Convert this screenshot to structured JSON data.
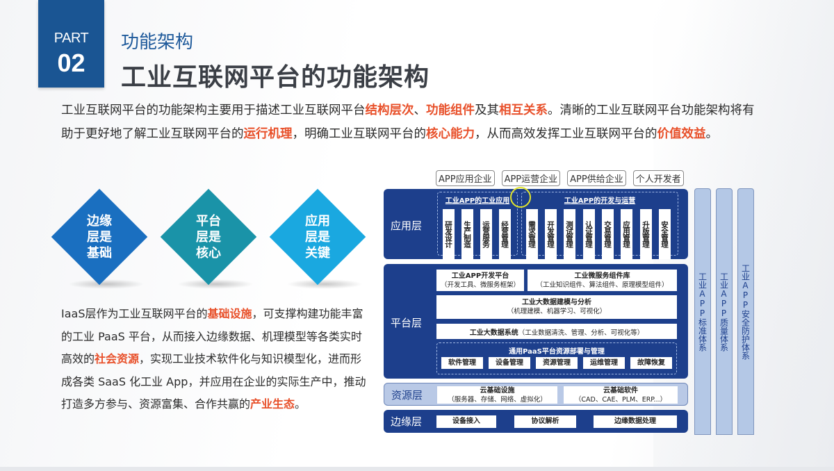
{
  "header": {
    "part_label": "PART",
    "part_number": "02",
    "subtitle": "功能架构",
    "title": "工业互联网平台的功能架构"
  },
  "intro": {
    "segments": [
      {
        "text": "工业互联网平台的功能架构主要用于描述工业互联网平台",
        "highlight": false
      },
      {
        "text": "结构层次",
        "highlight": true
      },
      {
        "text": "、",
        "highlight": false
      },
      {
        "text": "功能组件",
        "highlight": true
      },
      {
        "text": "及其",
        "highlight": false
      },
      {
        "text": "相互关系",
        "highlight": true
      },
      {
        "text": "。清晰的工业互联网平台功能架构将有助于更好地了解工业互联网平台的",
        "highlight": false
      },
      {
        "text": "运行机理",
        "highlight": true
      },
      {
        "text": "，明确工业互联网平台的",
        "highlight": false
      },
      {
        "text": "核心能力",
        "highlight": true
      },
      {
        "text": "，从而高效发挥工业互联网平台的",
        "highlight": false
      },
      {
        "text": "价值效益",
        "highlight": true
      },
      {
        "text": "。",
        "highlight": false
      }
    ]
  },
  "diamonds": [
    {
      "lines": [
        "边缘",
        "层是",
        "基础"
      ],
      "color": "#1a6fc0"
    },
    {
      "lines": [
        "平台",
        "层是",
        "核心"
      ],
      "color": "#1a93a8"
    },
    {
      "lines": [
        "应用",
        "层是",
        "关键"
      ],
      "color": "#1aa8e0"
    }
  ],
  "body": {
    "segments": [
      {
        "text": "IaaS层作为工业互联网平台的",
        "highlight": false
      },
      {
        "text": "基础设施",
        "highlight": true
      },
      {
        "text": "，可支撑构建功能丰富的工业 PaaS 平台，从而接入边缘数据、机理模型等各类实时高效的",
        "highlight": false
      },
      {
        "text": "社会资源",
        "highlight": true
      },
      {
        "text": "，实现工业技术软件化与知识模型化，进而形成各类 SaaS 化工业 App，并应用在企业的实际生产中，推动打造多方参与、资源富集、合作共赢的",
        "highlight": false
      },
      {
        "text": "产业生态",
        "highlight": true
      },
      {
        "text": "。",
        "highlight": false
      }
    ]
  },
  "diagram": {
    "stakeholders": [
      "APP应用企业",
      "APP运营企业",
      "APP供给企业",
      "个人开发者"
    ],
    "app_layer": {
      "label": "应用层",
      "group1_title": "工业APP的工业应用",
      "group1_items": [
        "研发设计",
        "生产制造",
        "运营服务",
        "经营管理"
      ],
      "group2_title": "工业APP的开发与运营",
      "group2_items": [
        "需求管理",
        "开发管理",
        "测试管理",
        "认证管理",
        "交易管理",
        "应用管理",
        "升版管理",
        "安全管理"
      ]
    },
    "platform_layer": {
      "label": "平台层",
      "dev_platform": {
        "title": "工业APP开发平台",
        "sub": "（开发工具、微服务框架）"
      },
      "microservice": {
        "title": "工业微服务组件库",
        "sub": "（工业知识组件、算法组件、原理模型组件）"
      },
      "modeling": {
        "title": "工业大数据建模与分析",
        "sub": "（机理建模、机器学习、可视化）"
      },
      "bigdata": {
        "title": "工业大数据系统",
        "sub": "（工业数据清洗、管理、分析、可视化等）"
      },
      "paas_title": "通用PaaS平台资源部署与管理",
      "paas_items": [
        "软件管理",
        "设备管理",
        "资源管理",
        "运维管理",
        "故障恢复"
      ]
    },
    "resource_layer": {
      "label": "资源层",
      "infra": {
        "title": "云基础设施",
        "sub": "（服务器、存储、网络、虚拟化）"
      },
      "software": {
        "title": "云基础软件",
        "sub": "（CAD、CAE、PLM、ERP...）"
      }
    },
    "edge_layer": {
      "label": "边缘层",
      "items": [
        "设备接入",
        "协议解析",
        "边缘数据处理"
      ]
    },
    "side_columns": [
      "工业APP标准体系",
      "工业APP质量体系",
      "工业APP安全防护体系"
    ]
  },
  "colors": {
    "accent": "#1a5593",
    "highlight": "#e8502a",
    "layer_dark": "#1d3f8c",
    "layer_light": "#b9c9e6"
  }
}
